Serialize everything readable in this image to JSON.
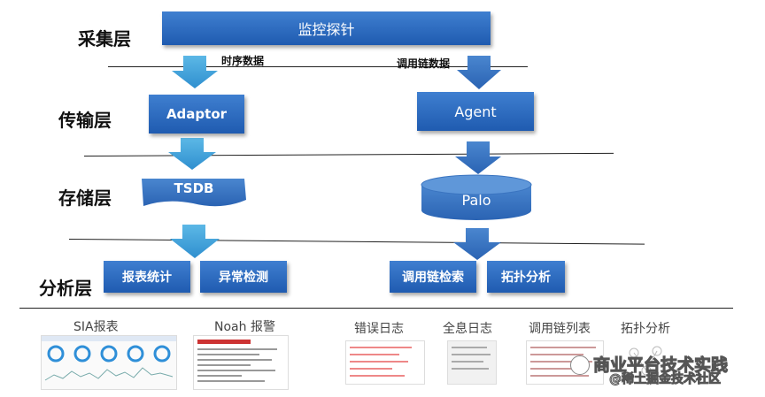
{
  "layers": {
    "collect": "采集层",
    "transport": "传输层",
    "storage": "存储层",
    "analysis": "分析层"
  },
  "boxes": {
    "probe": "监控探针",
    "adaptor": "Adaptor",
    "agent": "Agent",
    "tsdb": "TSDB",
    "palo": "Palo",
    "report_stats": "报表统计",
    "anomaly_detect": "异常检测",
    "trace_search": "调用链检索",
    "topology_analysis": "拓扑分析"
  },
  "flows": {
    "timeseries": "时序数据",
    "trace": "调用链数据"
  },
  "products": {
    "sia_report": "SIA报表",
    "noah_alarm": "Noah 报警",
    "error_log": "错误日志",
    "full_log": "全息日志",
    "trace_list": "调用链列表",
    "topology": "拓扑分析"
  },
  "watermark": {
    "line1": "商业平台技术实践",
    "line2": "@稀土掘金技术社区"
  },
  "colors": {
    "box": "#2a68c0",
    "arrow": "#3aa0d8"
  }
}
